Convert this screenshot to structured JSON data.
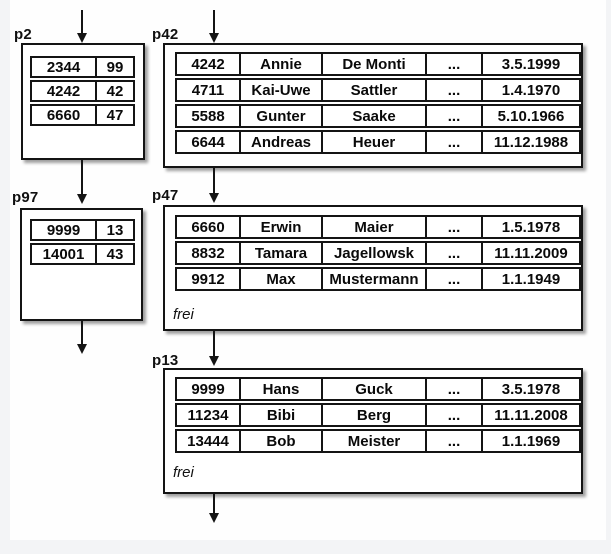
{
  "colors": {
    "outer_background": "#f3f4f6",
    "page_background": "#fefefe",
    "line": "#141414",
    "shadow": "#9a9a9a"
  },
  "nodes": {
    "p2": {
      "label": "p2",
      "rows": [
        [
          "2344",
          "99"
        ],
        [
          "4242",
          "42"
        ],
        [
          "6660",
          "47"
        ]
      ]
    },
    "p42": {
      "label": "p42",
      "rows": [
        [
          "4242",
          "Annie",
          "De Monti",
          "...",
          "3.5.1999"
        ],
        [
          "4711",
          "Kai-Uwe",
          "Sattler",
          "...",
          "1.4.1970"
        ],
        [
          "5588",
          "Gunter",
          "Saake",
          "...",
          "5.10.1966"
        ],
        [
          "6644",
          "Andreas",
          "Heuer",
          "...",
          "11.12.1988"
        ]
      ]
    },
    "p97": {
      "label": "p97",
      "rows": [
        [
          "9999",
          "13"
        ],
        [
          "14001",
          "43"
        ]
      ]
    },
    "p47": {
      "label": "p47",
      "rows": [
        [
          "6660",
          "Erwin",
          "Maier",
          "...",
          "1.5.1978"
        ],
        [
          "8832",
          "Tamara",
          "Jagellowsk",
          "...",
          "11.11.2009"
        ],
        [
          "9912",
          "Max",
          "Mustermann",
          "...",
          "1.1.1949"
        ]
      ],
      "free_label": "frei"
    },
    "p13": {
      "label": "p13",
      "rows": [
        [
          "9999",
          "Hans",
          "Guck",
          "...",
          "3.5.1978"
        ],
        [
          "11234",
          "Bibi",
          "Berg",
          "...",
          "11.11.2008"
        ],
        [
          "13444",
          "Bob",
          "Meister",
          "...",
          "1.1.1969"
        ]
      ],
      "free_label": "frei"
    }
  }
}
